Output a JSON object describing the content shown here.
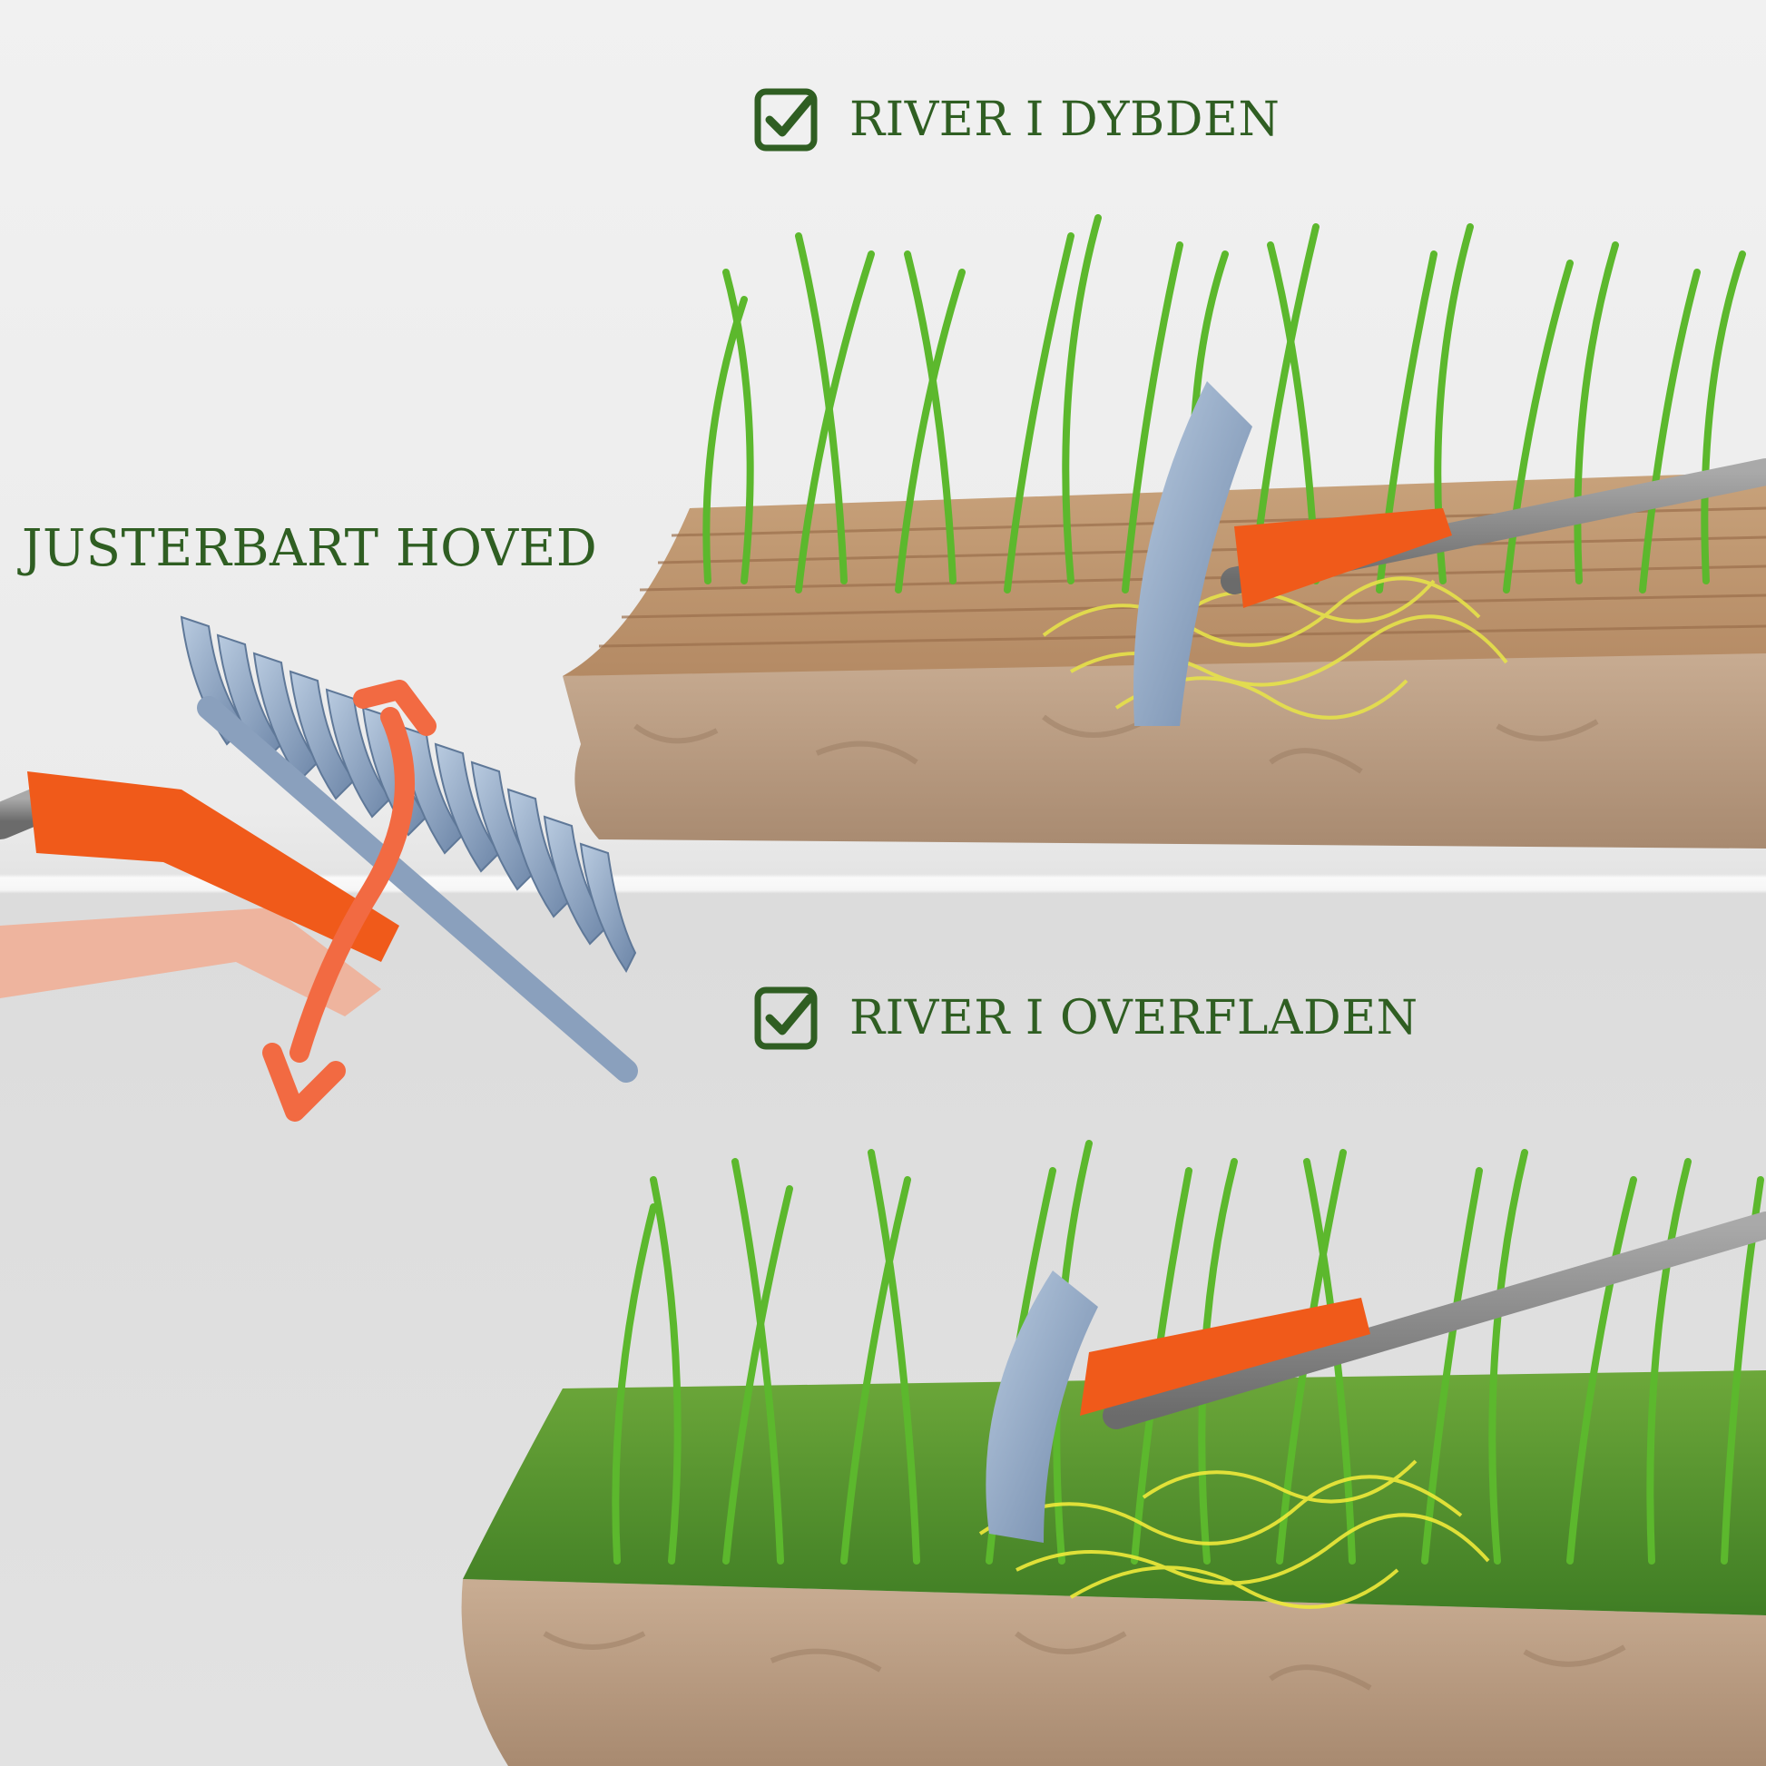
{
  "labels": {
    "deep_rake": "RIVER I DYBDEN",
    "surface_rake": "RIVER I OVERFLADEN",
    "adjustable_head": "JUSTERBART HOVED"
  },
  "icons": {
    "check_top": "checkbox-check-icon",
    "check_bottom": "checkbox-check-icon",
    "adjust_arrows": "curved-double-arrow-icon"
  },
  "colors": {
    "text_green": "#2f5e22",
    "rake_orange": "#f05a1a",
    "arrow_orange": "#f26a42",
    "grass_green": "#59b52b",
    "thatch_yellow": "#e6e24a",
    "soil_brown": "#bfa285",
    "turf_green": "#4f8f2c",
    "steel_blue": "#8fa8c8"
  }
}
